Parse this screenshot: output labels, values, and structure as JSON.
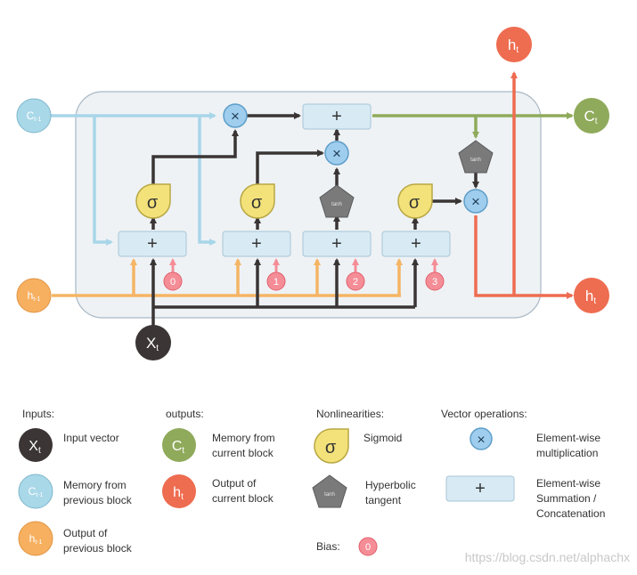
{
  "colors": {
    "cell_memory": "#a9d8e8",
    "hidden": "#f7b060",
    "input": "#3b3535",
    "output_memory": "#8faa5b",
    "output_hidden": "#ee6c50",
    "sigmoid": "#f3e27a",
    "tanh": "#7a7a7a",
    "multiply": "#9fcdee",
    "sum_box": "#d8ebf4",
    "bias": "#f58d97",
    "arrow_dark": "#3a3535",
    "arrow_blue": "#a8d6e9",
    "arrow_orange": "#f5b565",
    "arrow_green": "#8faa5b",
    "arrow_red": "#ee6c50",
    "cell_bg": "#eef2f5"
  },
  "diagram": {
    "c_prev": {
      "main": "C",
      "sub": "t-1"
    },
    "h_prev": {
      "main": "h",
      "sub": "t-1"
    },
    "x_t": {
      "main": "X",
      "sub": "t"
    },
    "c_t": {
      "main": "C",
      "sub": "t"
    },
    "h_t_top": {
      "main": "h",
      "sub": "t"
    },
    "h_t_right": {
      "main": "h",
      "sub": "t"
    },
    "sigma": "σ",
    "plus": "+",
    "times": "×",
    "tanh": "tanh",
    "bias_values": [
      "0",
      "1",
      "2",
      "3"
    ]
  },
  "legend": {
    "inputs": {
      "heading": "Inputs:",
      "items": [
        {
          "icon": "input-vector-icon",
          "main": "X",
          "sub": "t",
          "line1": "Input vector",
          "line2": ""
        },
        {
          "icon": "memory-previous-icon",
          "main": "C",
          "sub": "t-1",
          "line1": "Memory from",
          "line2": "previous block"
        },
        {
          "icon": "output-previous-icon",
          "main": "h",
          "sub": "t-1",
          "line1": "Output of",
          "line2": "previous block"
        }
      ]
    },
    "outputs": {
      "heading": "outputs:",
      "items": [
        {
          "icon": "memory-current-icon",
          "main": "C",
          "sub": "t",
          "line1": "Memory from",
          "line2": "current block"
        },
        {
          "icon": "output-current-icon",
          "main": "h",
          "sub": "t",
          "line1": "Output of",
          "line2": "current block"
        }
      ]
    },
    "nonlinearities": {
      "heading": "Nonlinearities:",
      "sigmoid_label": "Sigmoid",
      "tanh_line1": "Hyperbolic",
      "tanh_line2": "tangent",
      "sigmoid_symbol": "σ",
      "tanh_symbol": "tanh"
    },
    "vector_ops": {
      "heading": "Vector operations:",
      "mult_line1": "Element-wise",
      "mult_line2": "multiplication",
      "sum_line1": "Element-wise",
      "sum_line2": "Summation /",
      "sum_line3": "Concatenation",
      "mult_symbol": "×",
      "sum_symbol": "+"
    },
    "bias": {
      "label": "Bias:",
      "value": "0"
    }
  },
  "watermark": "https://blog.csdn.net/alphachx"
}
